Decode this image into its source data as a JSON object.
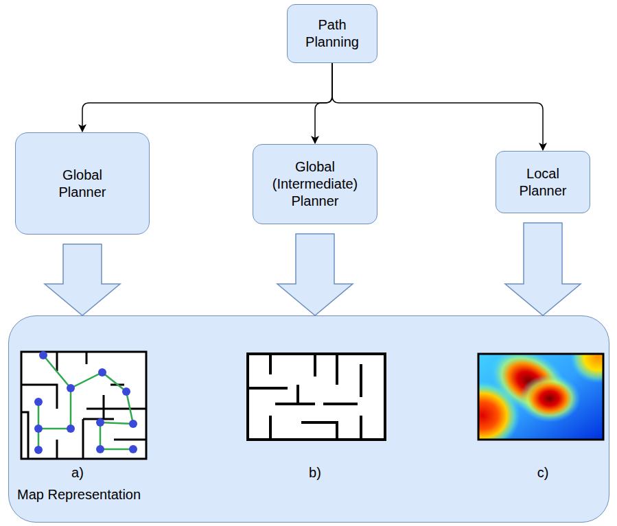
{
  "diagram": {
    "nodes": [
      {
        "text": [
          "Path Planning"
        ]
      },
      {
        "text": [
          "Global Planner"
        ]
      },
      {
        "text": [
          "Global (Intermediate) Planner"
        ]
      },
      {
        "text": [
          "Local Planner"
        ]
      },
      {
        "text": [
          "Map Representation"
        ]
      }
    ],
    "edges": [
      {
        "from": 0,
        "to": 1,
        "arrow": "to"
      },
      {
        "from": 0,
        "to": 2,
        "arrow": "to"
      },
      {
        "from": 0,
        "to": 3,
        "arrow": "to"
      },
      {
        "from": 1,
        "to": 4,
        "arrow": "to"
      },
      {
        "from": 2,
        "to": 4,
        "arrow": "to"
      },
      {
        "from": 3,
        "to": 4,
        "arrow": "to"
      }
    ],
    "labels": [
      "a)",
      "b)",
      "c)"
    ]
  }
}
